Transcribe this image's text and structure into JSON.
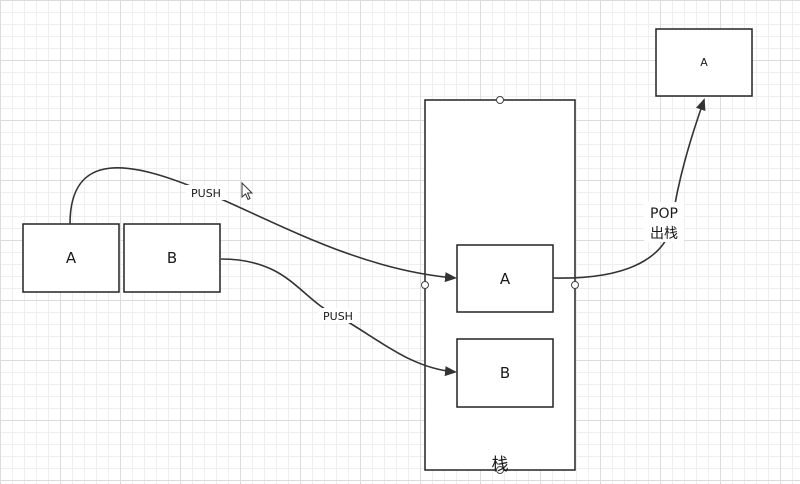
{
  "diagram": {
    "nodes": {
      "source_a": "A",
      "source_b": "B",
      "stack_a": "A",
      "stack_b": "B",
      "popped_a": "A",
      "stack_caption": "栈"
    },
    "edges": {
      "push_a": "PUSH",
      "push_b": "PUSH",
      "pop_line1": "POP",
      "pop_line2": "出栈"
    }
  },
  "colors": {
    "stroke": "#222222",
    "grid_major": "#dcdcdc",
    "grid_minor": "#efefef"
  },
  "icons": {
    "cursor": "mouse-pointer-icon"
  }
}
